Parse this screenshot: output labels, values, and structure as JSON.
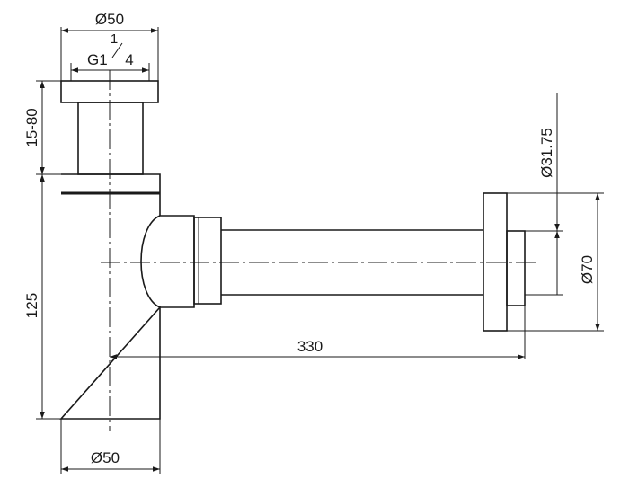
{
  "dimensions": {
    "top_outer_diameter": "Ø50",
    "thread_prefix": "G1",
    "thread_numerator": "1",
    "thread_denominator": "4",
    "height_adjust": "15-80",
    "body_height": "125",
    "bottom_diameter": "Ø50",
    "outlet_length": "330",
    "pipe_diameter": "Ø31.75",
    "flange_diameter": "Ø70"
  }
}
